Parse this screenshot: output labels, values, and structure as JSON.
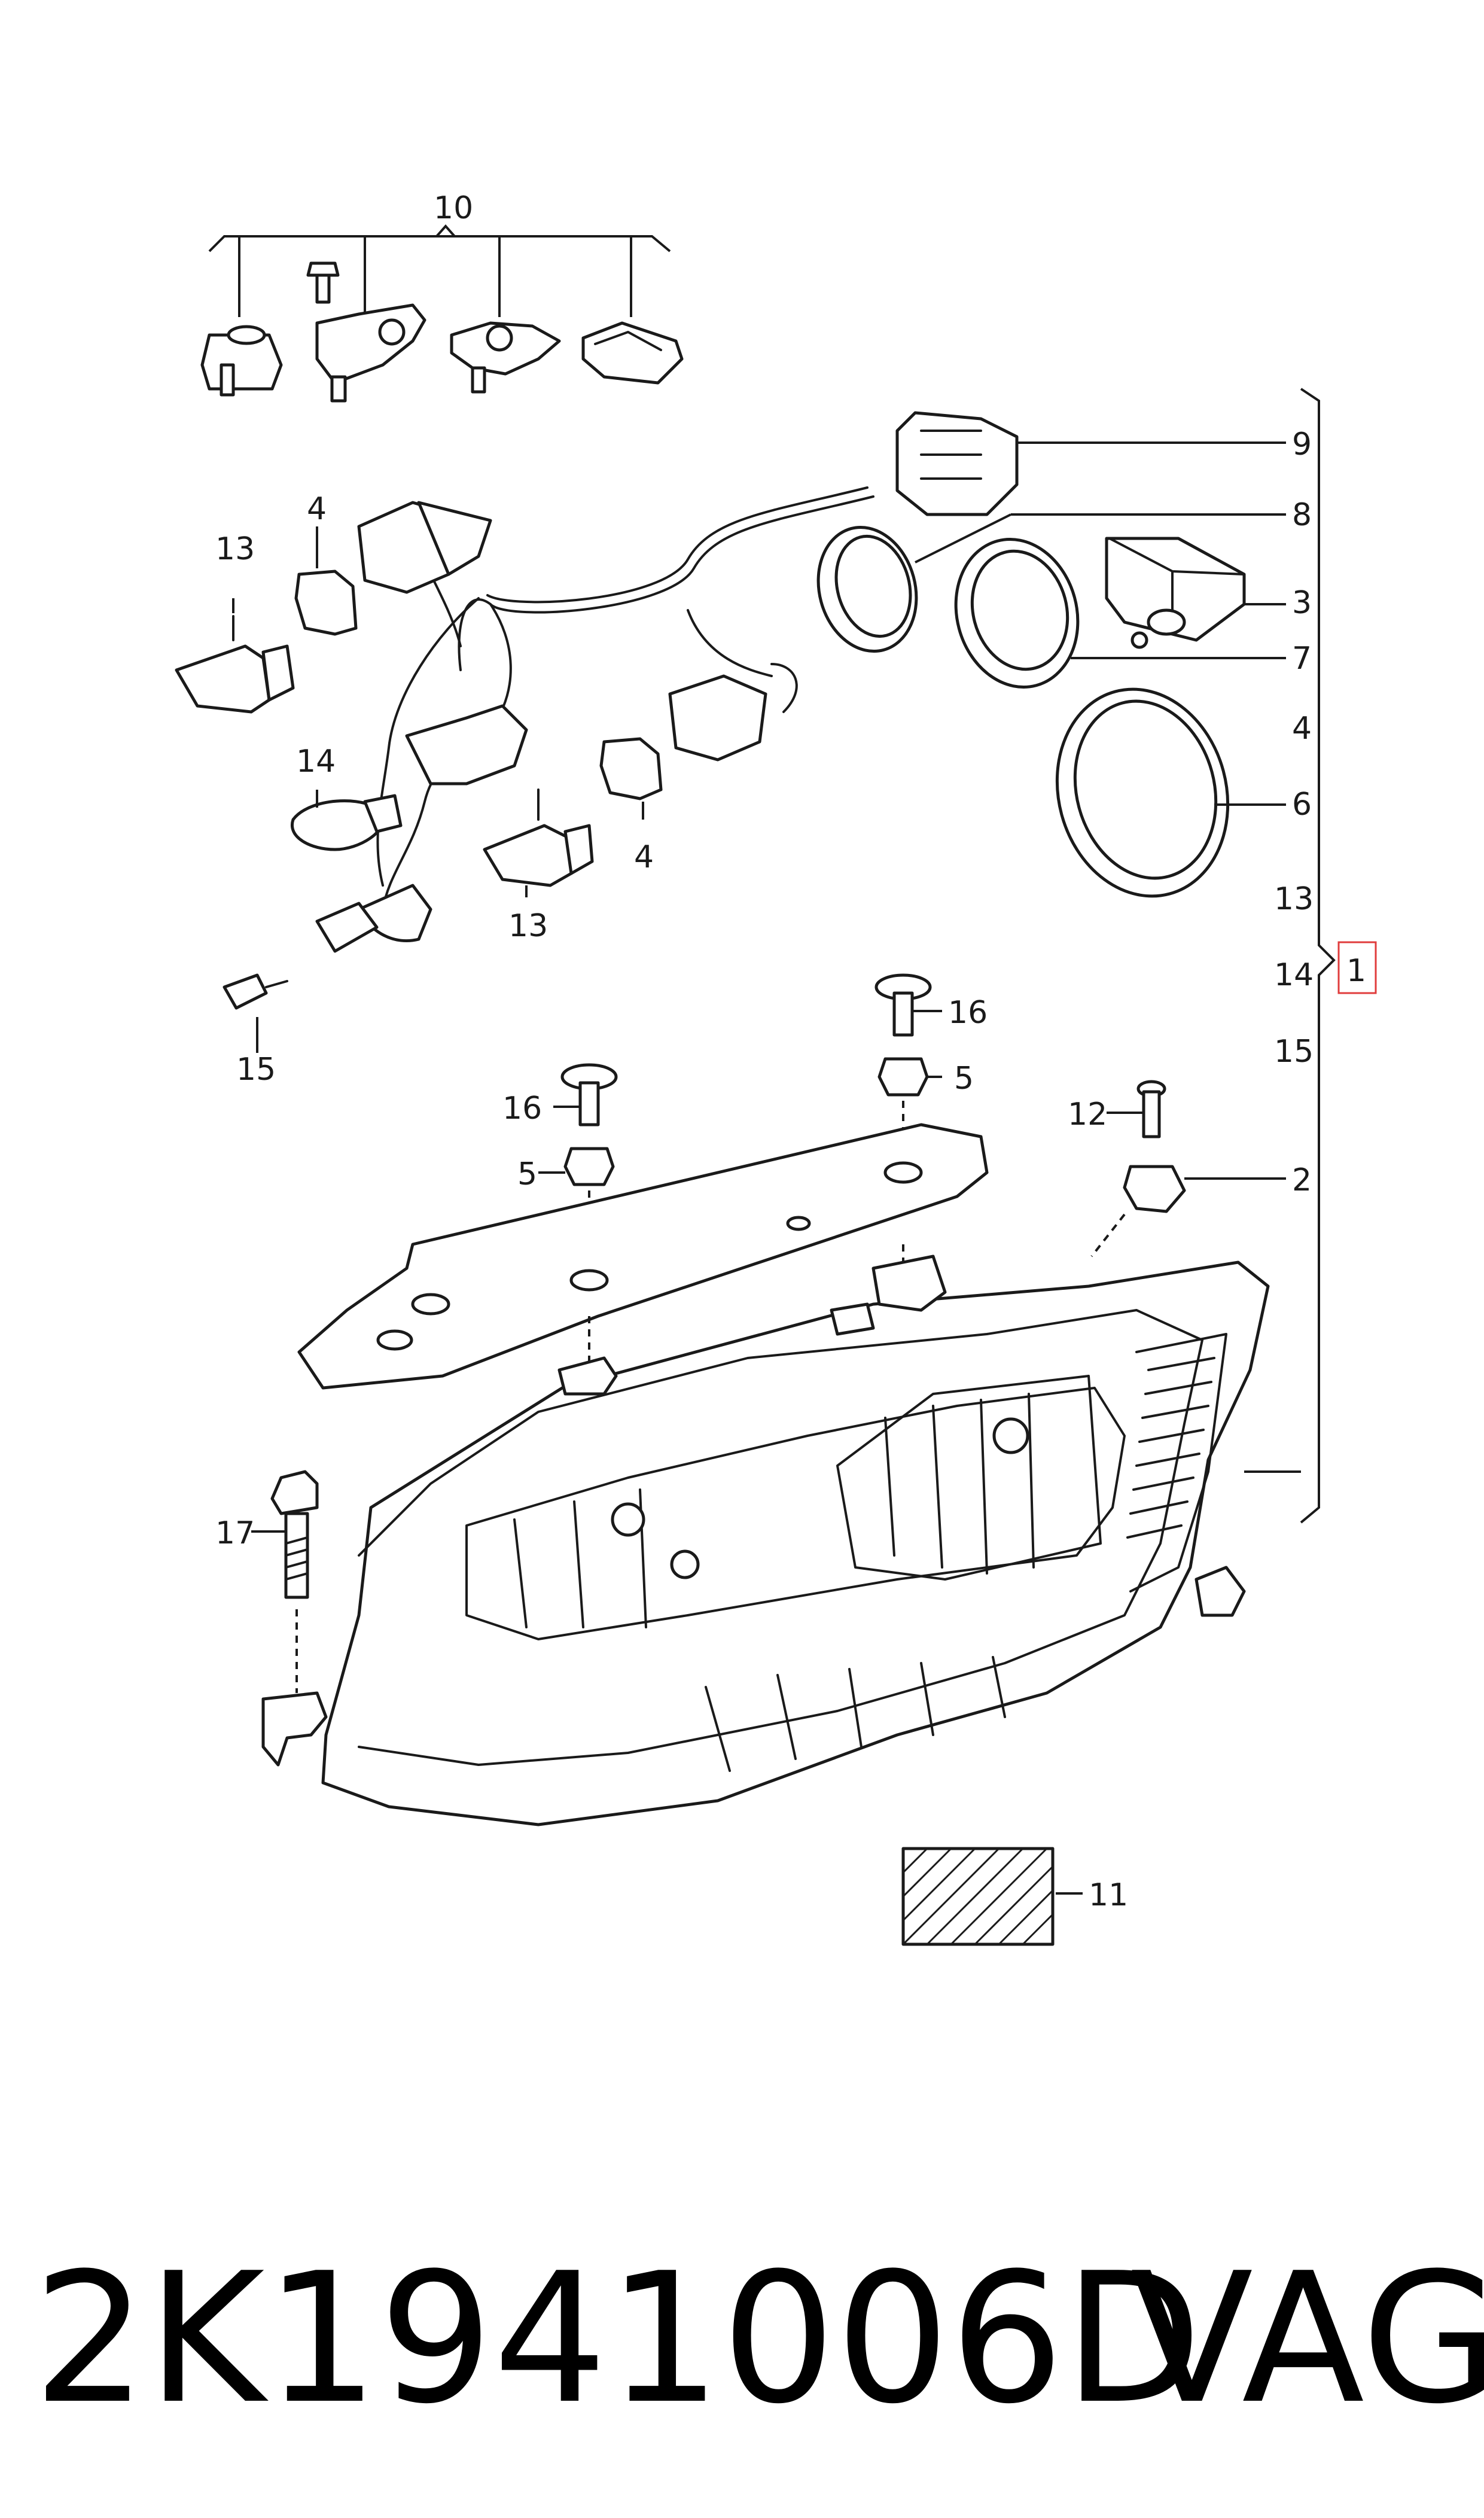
{
  "diagram": {
    "callouts": {
      "c1": "1",
      "c2": "2",
      "c3": "3",
      "c4": "4",
      "c5": "5",
      "c6": "6",
      "c7": "7",
      "c8": "8",
      "c9": "9",
      "c10": "10",
      "c11": "11",
      "c12": "12",
      "c13": "13",
      "c14": "14",
      "c15": "15",
      "c16": "16",
      "c17": "17"
    },
    "highlight_color": "#e03c3c"
  },
  "footer": {
    "part_number": "2K1941006D",
    "brand": "VAG"
  }
}
